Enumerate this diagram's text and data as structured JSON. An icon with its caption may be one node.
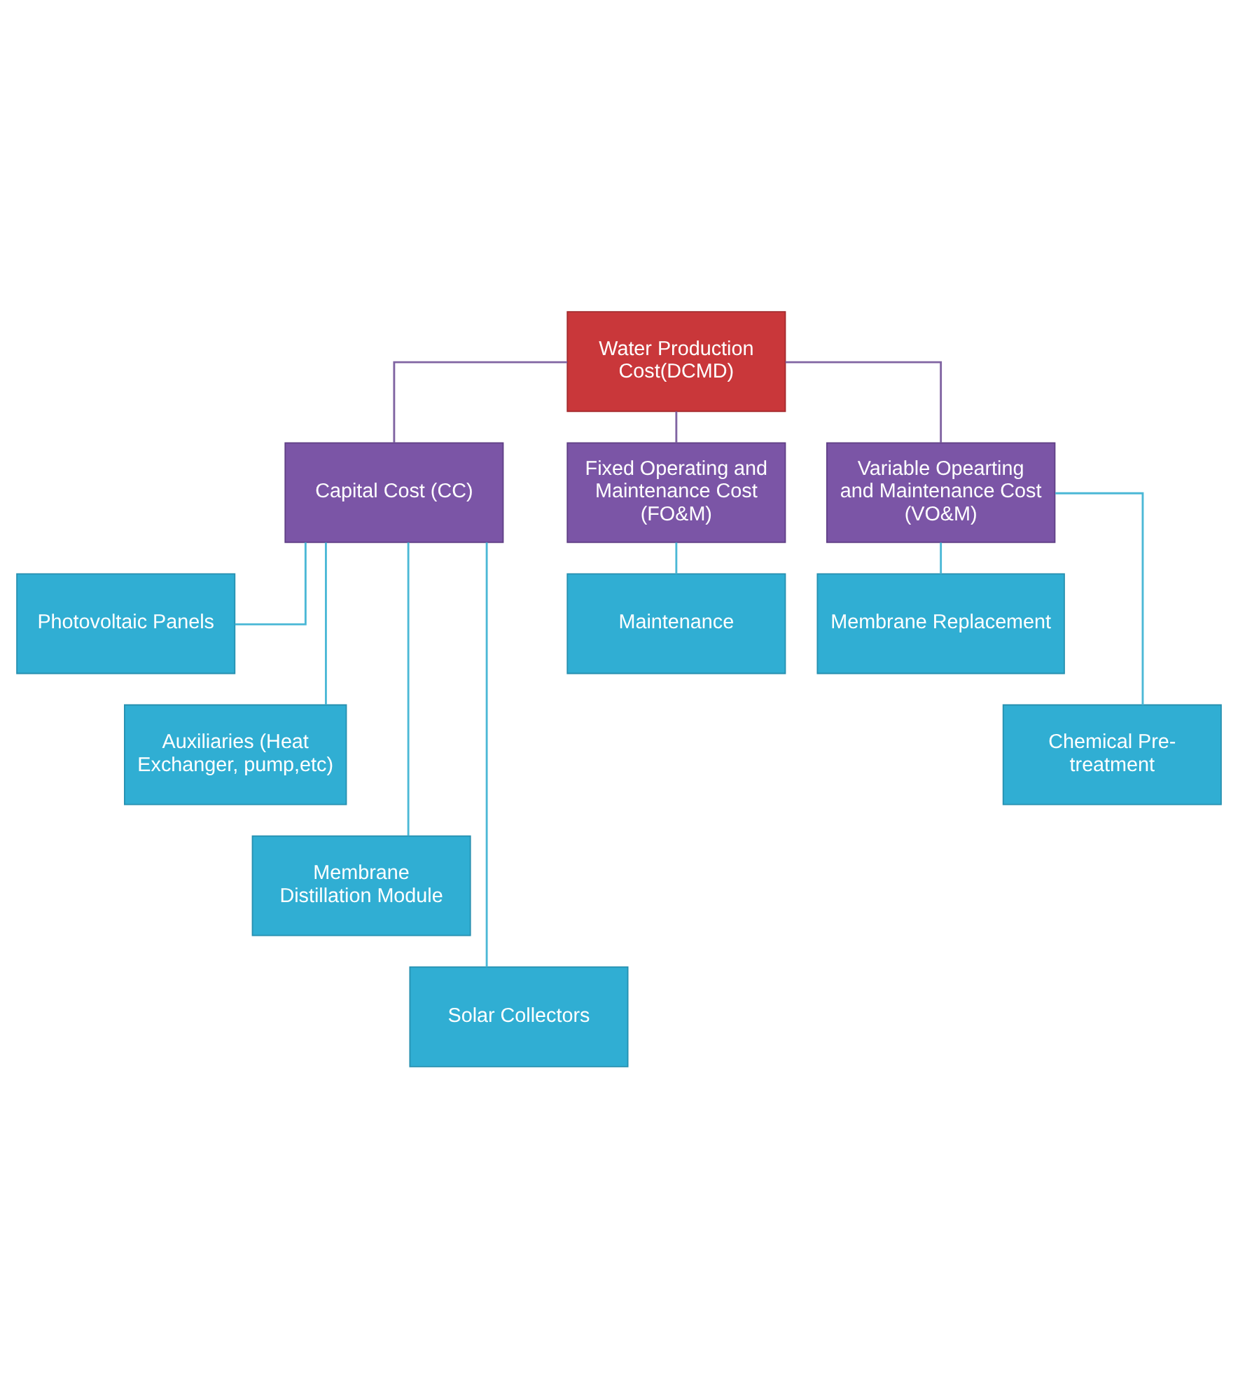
{
  "diagram": {
    "nodes": [
      {
        "text": [
          "Water Production Cost(DCMD)"
        ]
      },
      {
        "text": [
          "Capital Cost (CC)"
        ]
      },
      {
        "text": [
          "Fixed Operating and Maintenance Cost (FO&M)"
        ]
      },
      {
        "text": [
          "Variable Opearting and Maintenance Cost (VO&M)"
        ]
      },
      {
        "text": [
          "Photovoltaic Panels"
        ]
      },
      {
        "text": [
          "Maintenance"
        ]
      },
      {
        "text": [
          "Membrane Replacement"
        ]
      },
      {
        "text": [
          "Auxiliaries (Heat Exchanger, pump,etc)"
        ]
      },
      {
        "text": [
          "Chemical Pre-treatment"
        ]
      },
      {
        "text": [
          "Membrane Distillation Module"
        ]
      },
      {
        "text": [
          "Solar Collectors"
        ]
      }
    ],
    "edges": [
      {
        "from": 0,
        "to": 1,
        "arrow": "none",
        "color": "#8064a2"
      },
      {
        "from": 0,
        "to": 2,
        "arrow": "none",
        "color": "#8064a2"
      },
      {
        "from": 0,
        "to": 3,
        "arrow": "none",
        "color": "#8064a2"
      },
      {
        "from": 1,
        "to": 4,
        "arrow": "none"
      },
      {
        "from": 1,
        "to": 7,
        "arrow": "none"
      },
      {
        "from": 1,
        "to": 9,
        "arrow": "none"
      },
      {
        "from": 1,
        "to": 10,
        "arrow": "none"
      },
      {
        "from": 2,
        "to": 5,
        "arrow": "none"
      },
      {
        "from": 3,
        "to": 6,
        "arrow": "none"
      },
      {
        "from": 3,
        "to": 8,
        "arrow": "none"
      }
    ]
  }
}
